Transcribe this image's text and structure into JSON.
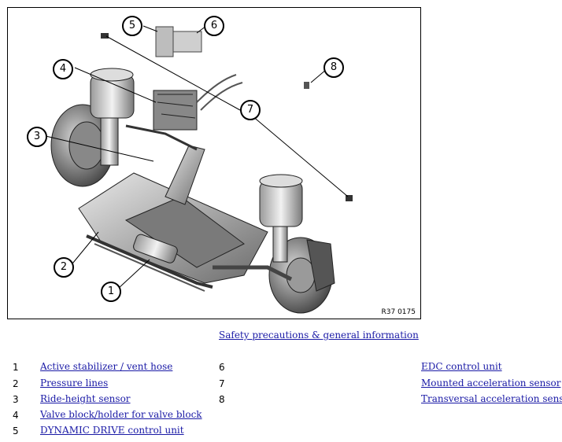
{
  "figure": {
    "code": "R37 0175",
    "callouts": [
      "1",
      "2",
      "3",
      "4",
      "5",
      "6",
      "7",
      "8"
    ]
  },
  "safety_link": "Safety precautions & general information",
  "legend_left": [
    {
      "num": "1",
      "label": "Active stabilizer / vent hose"
    },
    {
      "num": "2",
      "label": "Pressure lines"
    },
    {
      "num": "3",
      "label": "Ride-height sensor"
    },
    {
      "num": "4",
      "label": "Valve block/holder for valve block"
    },
    {
      "num": "5",
      "label": "DYNAMIC DRIVE control unit"
    }
  ],
  "legend_right": [
    {
      "num": "6",
      "label": "EDC control unit"
    },
    {
      "num": "7",
      "label": "Mounted acceleration sensor"
    },
    {
      "num": "8",
      "label": "Transversal acceleration sensor"
    }
  ]
}
